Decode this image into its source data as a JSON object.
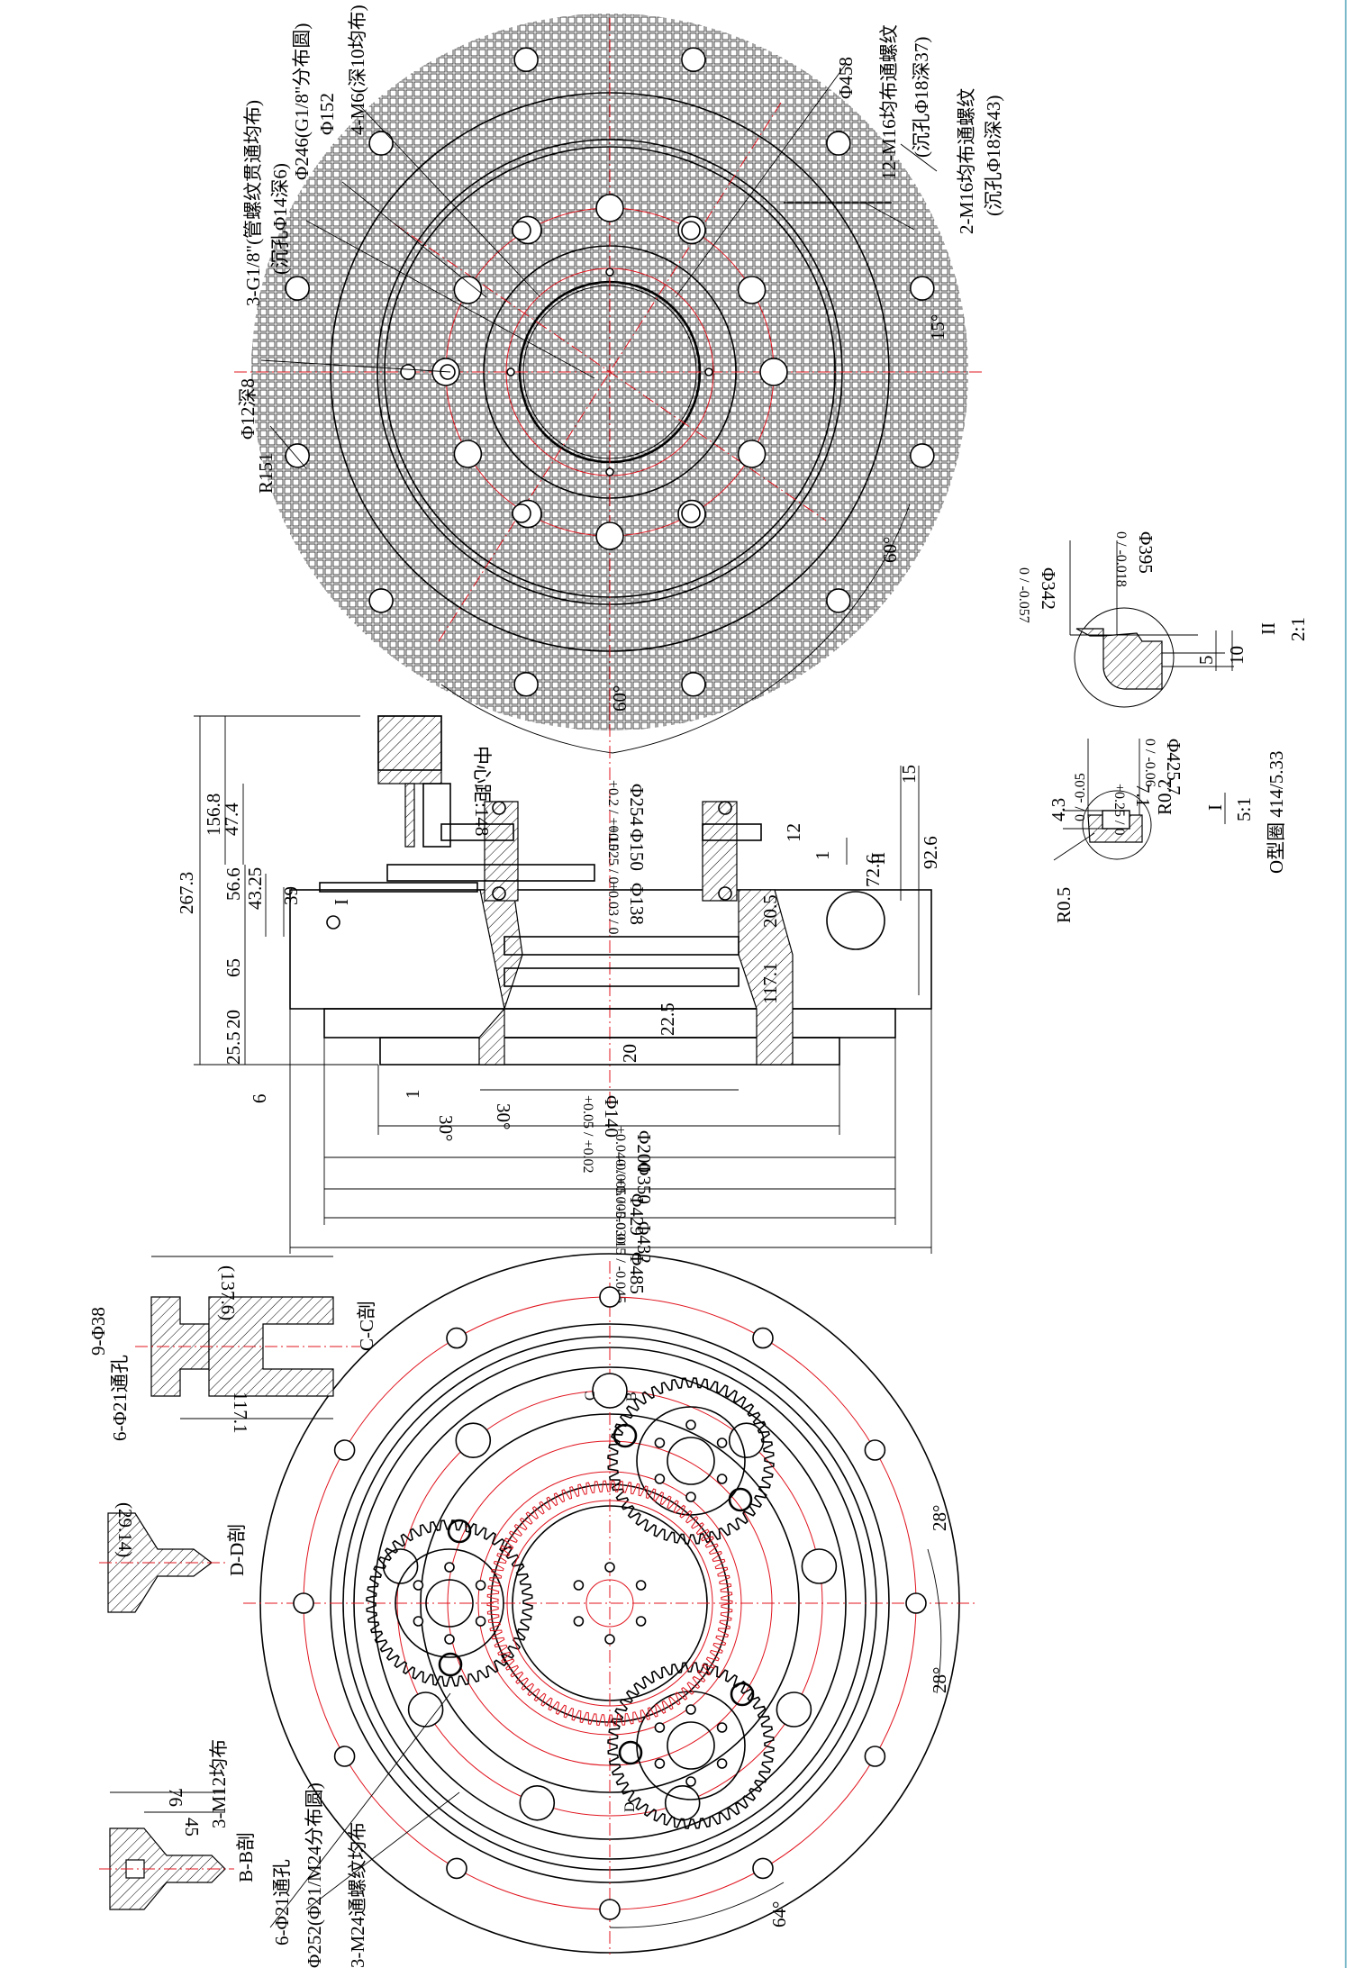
{
  "top_view": {
    "labels": {
      "m6": "4-M6(深10均布)",
      "d152": "Φ152",
      "d246": "Φ246(G1/8\"分布圆)",
      "g18a": "3-G1/8\"(管螺纹贯通均布)",
      "g18b": "(沉孔Φ14深6)",
      "d458": "Φ458",
      "m16a": "12-M16均布通螺纹",
      "m16b": "(沉孔Φ18深37)",
      "m16c": "2-M16均布通螺纹",
      "m16d": "(沉孔Φ18深43)",
      "d12": "Φ12深8",
      "r151": "R151",
      "a15": "15°",
      "a60a": "60°",
      "a60b": "60°"
    }
  },
  "section_view": {
    "labels": {
      "center": "中心距:148",
      "h2673": "267.3",
      "h1568": "156.8",
      "h474": "47.4",
      "h566": "56.6",
      "h4325": "43.25",
      "h39": "39",
      "h65": "65",
      "h20": "20",
      "h255": "25.5",
      "h6": "6",
      "mI": "I",
      "mII": "II",
      "r15": "15",
      "r12": "12",
      "r1": "1",
      "r726": "72.6",
      "r926": "92.6",
      "r205": "20.5",
      "r1171": "117.1",
      "r225": "22.5",
      "r20": "20",
      "l1": "1",
      "a30a": "30°",
      "a30b": "30°",
      "d254": "Φ254",
      "d254t": "+0.2 / +0.15",
      "d150": "Φ150",
      "d150t": "+0.025 / 0",
      "d138": "Φ138",
      "d138t": "+0.03 / 0",
      "d140": "Φ140",
      "d140t": "+0.05 / +0.02",
      "d200": "Φ200",
      "d200t": "+0.040 / +0.005",
      "d350": "Φ350",
      "d350t": "-0.005 / -0.030",
      "d429": "Φ429",
      "d432": "Φ432",
      "d432t": "-0.015 / -0.045",
      "d485": "Φ485"
    }
  },
  "detail_II": {
    "labels": {
      "d395": "Φ395",
      "d395t": "0 / -0.018",
      "d342": "Φ342",
      "d342t": "0 / -0.057",
      "v5": "5",
      "v10": "10",
      "name": "II",
      "scale": "2:1"
    }
  },
  "detail_I": {
    "labels": {
      "d4257": "Φ425.7",
      "d4257t": "0 / -0.06",
      "w71": "7.1",
      "w71t": "+0.25 / 0",
      "r02": "R0.2",
      "h43": "4.3",
      "h43t": "0 / -0.05",
      "r05": "R0.5",
      "name": "I",
      "scale": "5:1",
      "oring": "O型圈 414/5.33"
    }
  },
  "bottom_view": {
    "labels": {
      "cc": "C-C剖",
      "d38": "9-Φ38",
      "d21": "6-Φ21通孔",
      "l1376": "(137.6)",
      "l1171": "117.1",
      "dd": "D-D剖",
      "l2914": "(29.14)",
      "bb": "B-B剖",
      "m12": "3-M12均布",
      "l76": "76",
      "l45": "45",
      "h21": "6-Φ21通孔",
      "d252": "Φ252(Φ21/M24分布圆)",
      "m24": "3-M24通螺纹均布",
      "a28a": "28°",
      "a28b": "28°",
      "a64": "64°",
      "sc": "C",
      "sb": "B",
      "sd": "D"
    }
  }
}
